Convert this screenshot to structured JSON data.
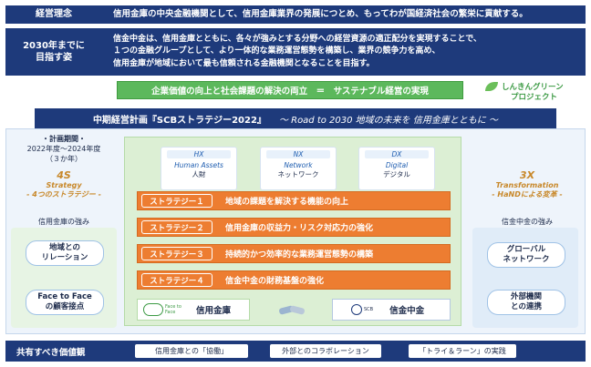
{
  "philosophy": {
    "label": "経営理念",
    "text": "信用金庫の中央金融機関として、信用金庫業界の発展につとめ、もってわが国経済社会の繁栄に貢献する。"
  },
  "vision": {
    "label_line1": "2030年までに",
    "label_line2": "目指す姿",
    "lines": [
      "信金中金は、信用金庫とともに、各々が強みとする分野への経営資源の適正配分を実現することで、",
      "１つの金融グループとして、より一体的な業務運営態勢を構築し、業界の競争力を高め、",
      "信用金庫が地域において最も信頼される金融機関となることを目指す。"
    ]
  },
  "sustainable": {
    "text": "企業価値の向上と社会課題の解決の両立　＝　サステナブル経営の実現",
    "green_line1": "しんきんグリーン",
    "green_line2": "プロジェクト"
  },
  "plan": {
    "title": "中期経営計画『SCBストラテジー2022』",
    "subtitle": "～ Road to 2030  地域の未来を 信用金庫とともに ～"
  },
  "period": {
    "head": "・計画期間・",
    "range": "2022年度～2024年度",
    "years": "（３か年）"
  },
  "left": {
    "big": "4S",
    "sub": "Strategy",
    "sub2": "- 4つのストラテジー -",
    "strength": "信用金庫の強み",
    "pill1_a": "地域との",
    "pill1_b": "リレーション",
    "pill2_a": "Face to Face",
    "pill2_b": "の顧客接点"
  },
  "right": {
    "big": "3X",
    "sub": "Transformation",
    "sub2": "- HaNDによる変革 -",
    "strength": "信金中金の強み",
    "pill1_a": "グローバル",
    "pill1_b": "ネットワーク",
    "pill2_a": "外部機関",
    "pill2_b": "との連携"
  },
  "cards": [
    {
      "tag": "HX",
      "en": "Human Assets",
      "ja": "人財"
    },
    {
      "tag": "NX",
      "en": "Network",
      "ja": "ネットワーク"
    },
    {
      "tag": "DX",
      "en": "Digital",
      "ja": "デジタル"
    }
  ],
  "strategies": [
    {
      "tag": "ストラテジー１",
      "text": "地域の課題を解決する機能の向上"
    },
    {
      "tag": "ストラテジー２",
      "text": "信用金庫の収益力・リスク対応力の強化"
    },
    {
      "tag": "ストラテジー３",
      "text": "持続的かつ効率的な業務運営態勢の構築"
    },
    {
      "tag": "ストラテジー４",
      "text": "信金中金の財務基盤の強化"
    }
  ],
  "bottom": {
    "shinkin": "信用金庫",
    "shinkin_logo": "Face to Face",
    "chukin": "信金中金",
    "chukin_logo": "SCB"
  },
  "values": {
    "label": "共有すべき価値観",
    "v1": "信用金庫との「協働」",
    "v2": "外部とのコラボレーション",
    "v3": "「トライ＆ラーン」の実践"
  },
  "colors": {
    "navy": "#1e3a7b",
    "orange": "#ed7d31",
    "green": "#5cb85c",
    "light_blue": "#e8f1fb"
  }
}
